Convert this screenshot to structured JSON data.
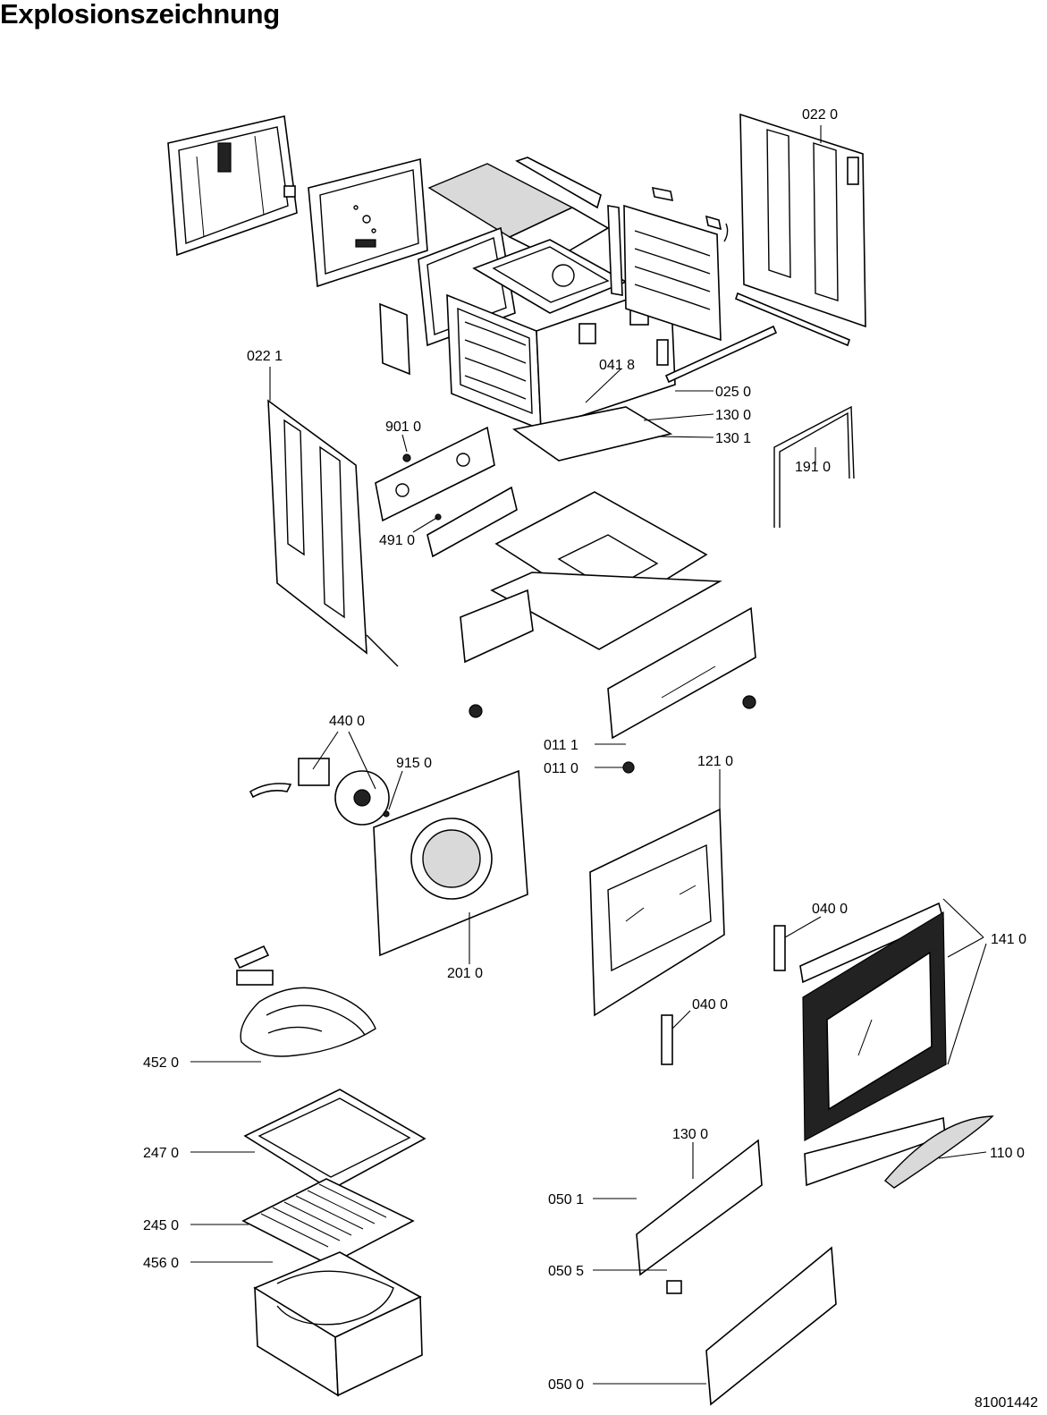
{
  "title": "Explosionszeichnung",
  "document_number": "81001442",
  "callouts": {
    "c0220": "022 0",
    "c0221": "022 1",
    "c0418": "041 8",
    "c0250": "025 0",
    "c1300a": "130 0",
    "c1301": "130 1",
    "c9010": "901 0",
    "c1910": "191 0",
    "c4910": "491 0",
    "c4400": "440 0",
    "c9150": "915 0",
    "c0111": "011 1",
    "c0110": "011 0",
    "c1210": "121 0",
    "c0400a": "040 0",
    "c1410": "141  0",
    "c2010": "201 0",
    "c0400b": "040 0",
    "c4520": "452 0",
    "c1300b": "130 0",
    "c2470": "247 0",
    "c1100": "110 0",
    "c0501": "050 1",
    "c2450": "245 0",
    "c4560": "456 0",
    "c0505": "050 5",
    "c0500": "050 0"
  }
}
